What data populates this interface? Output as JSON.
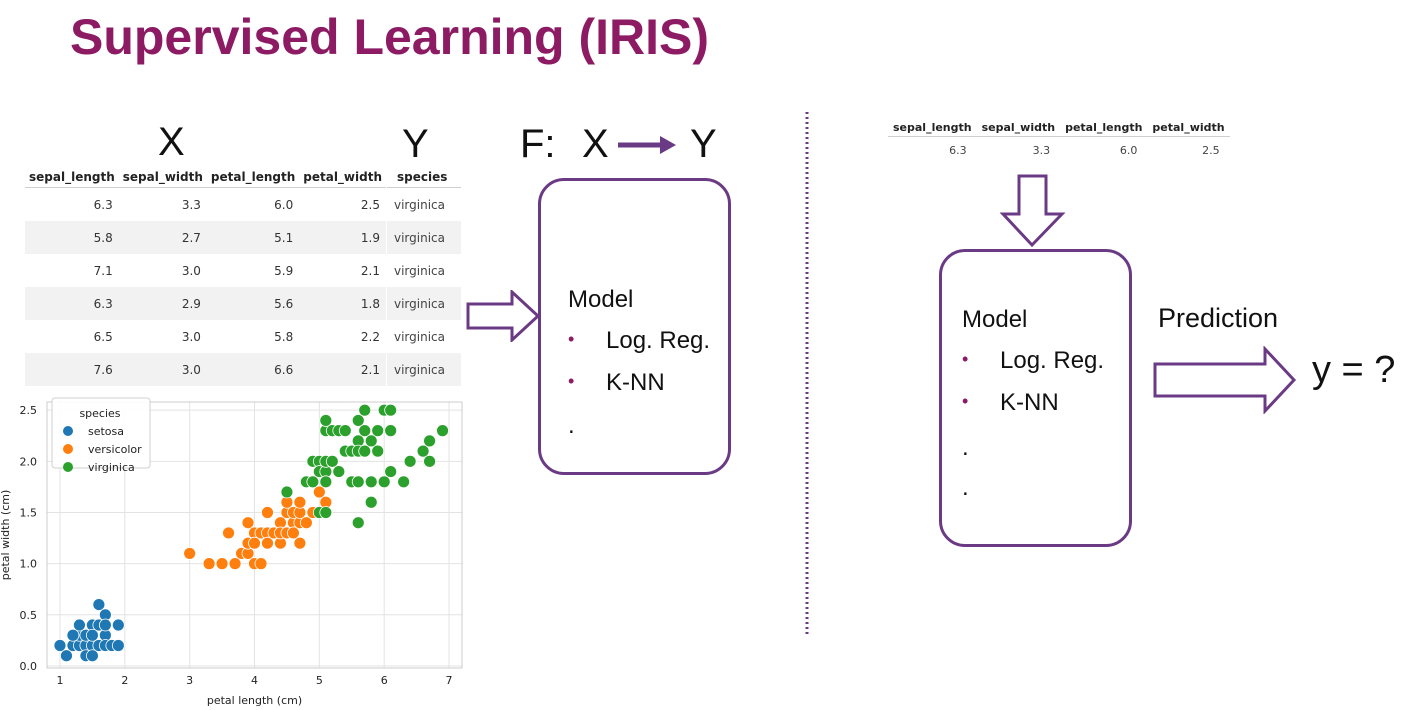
{
  "title": "Supervised Learning (IRIS)",
  "x_label": "X",
  "y_label": "Y",
  "function_label": {
    "f": "F:",
    "x": "X",
    "y": "Y"
  },
  "x_table": {
    "columns": [
      "sepal_length",
      "sepal_width",
      "petal_length",
      "petal_width"
    ],
    "rows": [
      [
        "6.3",
        "3.3",
        "6.0",
        "2.5"
      ],
      [
        "5.8",
        "2.7",
        "5.1",
        "1.9"
      ],
      [
        "7.1",
        "3.0",
        "5.9",
        "2.1"
      ],
      [
        "6.3",
        "2.9",
        "5.6",
        "1.8"
      ],
      [
        "6.5",
        "3.0",
        "5.8",
        "2.2"
      ],
      [
        "7.6",
        "3.0",
        "6.6",
        "2.1"
      ]
    ]
  },
  "y_table": {
    "column": "species",
    "rows": [
      "virginica",
      "virginica",
      "virginica",
      "virginica",
      "virginica",
      "virginica"
    ]
  },
  "model_left": {
    "title": "Model",
    "items": [
      "Log. Reg.",
      "K-NN"
    ],
    "dots": [
      "."
    ]
  },
  "predict_table": {
    "columns": [
      "sepal_length",
      "sepal_width",
      "petal_length",
      "petal_width"
    ],
    "row": [
      "6.3",
      "3.3",
      "6.0",
      "2.5"
    ]
  },
  "model_right": {
    "title": "Model",
    "items": [
      "Log. Reg.",
      "K-NN"
    ],
    "dots": [
      ".",
      "."
    ]
  },
  "prediction_label": "Prediction",
  "y_question": "y = ?",
  "colors": {
    "title": "#8c1b63",
    "box_border": "#6b3a84",
    "setosa": "#1f77b4",
    "versicolor": "#ff7f0e",
    "virginica": "#2ca02c"
  },
  "chart_data": {
    "type": "scatter",
    "xlabel": "petal length (cm)",
    "ylabel": "petal width (cm)",
    "xlim": [
      0.8,
      7.2
    ],
    "ylim": [
      -0.02,
      2.58
    ],
    "xticks": [
      1,
      2,
      3,
      4,
      5,
      6,
      7
    ],
    "yticks": [
      0.0,
      0.5,
      1.0,
      1.5,
      2.0,
      2.5
    ],
    "grid": true,
    "legend": {
      "title": "species",
      "position": "top-left"
    },
    "series": [
      {
        "name": "setosa",
        "points": [
          [
            1.0,
            0.2
          ],
          [
            1.1,
            0.1
          ],
          [
            1.2,
            0.2
          ],
          [
            1.3,
            0.2
          ],
          [
            1.3,
            0.3
          ],
          [
            1.3,
            0.4
          ],
          [
            1.4,
            0.2
          ],
          [
            1.4,
            0.1
          ],
          [
            1.4,
            0.3
          ],
          [
            1.5,
            0.2
          ],
          [
            1.5,
            0.1
          ],
          [
            1.5,
            0.4
          ],
          [
            1.6,
            0.2
          ],
          [
            1.6,
            0.6
          ],
          [
            1.6,
            0.4
          ],
          [
            1.7,
            0.3
          ],
          [
            1.7,
            0.5
          ],
          [
            1.7,
            0.4
          ],
          [
            1.7,
            0.2
          ],
          [
            1.8,
            0.2
          ],
          [
            1.9,
            0.4
          ],
          [
            1.9,
            0.2
          ],
          [
            1.5,
            0.3
          ],
          [
            1.2,
            0.3
          ]
        ]
      },
      {
        "name": "versicolor",
        "points": [
          [
            3.0,
            1.1
          ],
          [
            3.3,
            1.0
          ],
          [
            3.5,
            1.0
          ],
          [
            3.6,
            1.3
          ],
          [
            3.7,
            1.0
          ],
          [
            3.8,
            1.1
          ],
          [
            3.9,
            1.1
          ],
          [
            3.9,
            1.2
          ],
          [
            3.9,
            1.4
          ],
          [
            4.0,
            1.0
          ],
          [
            4.0,
            1.3
          ],
          [
            4.0,
            1.2
          ],
          [
            4.1,
            1.0
          ],
          [
            4.1,
            1.3
          ],
          [
            4.2,
            1.3
          ],
          [
            4.2,
            1.5
          ],
          [
            4.2,
            1.2
          ],
          [
            4.3,
            1.3
          ],
          [
            4.4,
            1.4
          ],
          [
            4.4,
            1.2
          ],
          [
            4.4,
            1.3
          ],
          [
            4.5,
            1.5
          ],
          [
            4.5,
            1.3
          ],
          [
            4.5,
            1.6
          ],
          [
            4.6,
            1.4
          ],
          [
            4.6,
            1.3
          ],
          [
            4.6,
            1.5
          ],
          [
            4.7,
            1.4
          ],
          [
            4.7,
            1.2
          ],
          [
            4.7,
            1.5
          ],
          [
            4.7,
            1.6
          ],
          [
            4.8,
            1.4
          ],
          [
            4.8,
            1.8
          ],
          [
            4.9,
            1.5
          ],
          [
            5.0,
            1.7
          ],
          [
            5.1,
            1.6
          ]
        ]
      },
      {
        "name": "virginica",
        "points": [
          [
            4.5,
            1.7
          ],
          [
            4.8,
            1.8
          ],
          [
            4.9,
            1.8
          ],
          [
            4.9,
            2.0
          ],
          [
            5.0,
            2.0
          ],
          [
            5.0,
            1.5
          ],
          [
            5.0,
            1.9
          ],
          [
            5.1,
            1.5
          ],
          [
            5.1,
            1.9
          ],
          [
            5.1,
            2.0
          ],
          [
            5.1,
            2.3
          ],
          [
            5.1,
            2.4
          ],
          [
            5.1,
            1.8
          ],
          [
            5.2,
            2.0
          ],
          [
            5.2,
            2.3
          ],
          [
            5.3,
            2.3
          ],
          [
            5.3,
            1.9
          ],
          [
            5.4,
            2.1
          ],
          [
            5.4,
            2.3
          ],
          [
            5.5,
            1.8
          ],
          [
            5.5,
            2.1
          ],
          [
            5.6,
            1.8
          ],
          [
            5.6,
            2.4
          ],
          [
            5.6,
            2.2
          ],
          [
            5.6,
            1.4
          ],
          [
            5.6,
            2.1
          ],
          [
            5.7,
            2.1
          ],
          [
            5.7,
            2.5
          ],
          [
            5.7,
            2.3
          ],
          [
            5.8,
            1.8
          ],
          [
            5.8,
            2.2
          ],
          [
            5.8,
            1.6
          ],
          [
            5.9,
            2.3
          ],
          [
            5.9,
            2.1
          ],
          [
            6.0,
            2.5
          ],
          [
            6.0,
            1.8
          ],
          [
            6.1,
            1.9
          ],
          [
            6.1,
            2.3
          ],
          [
            6.1,
            2.5
          ],
          [
            6.3,
            1.8
          ],
          [
            6.4,
            2.0
          ],
          [
            6.6,
            2.1
          ],
          [
            6.7,
            2.2
          ],
          [
            6.7,
            2.0
          ],
          [
            6.9,
            2.3
          ]
        ]
      }
    ]
  }
}
